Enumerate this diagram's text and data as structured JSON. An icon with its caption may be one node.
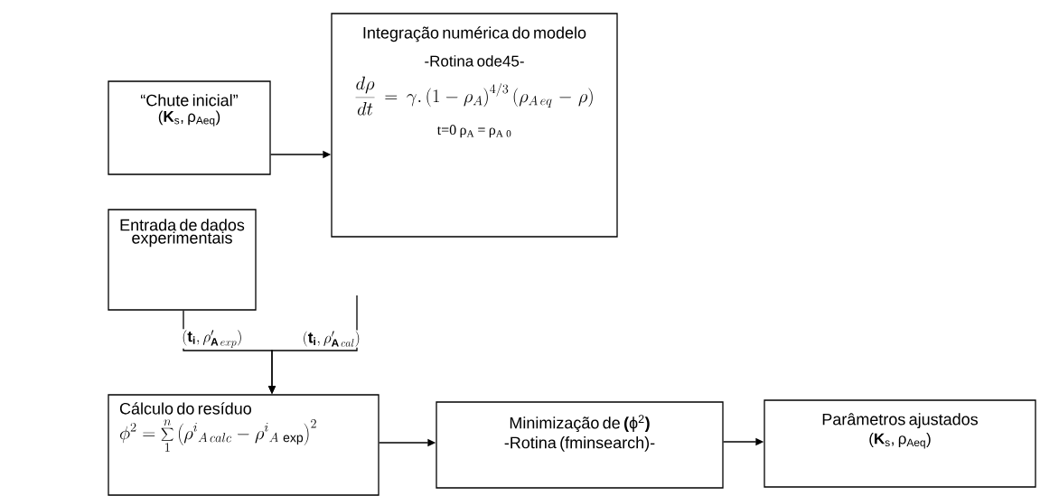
{
  "diagram": {
    "nodes": [
      {
        "text": [
          "“Chute inicial”",
          "(**K**$_{s}$, ρ$_{Aeq}$)"
        ]
      },
      {
        "text": [
          "Integração numérica do modelo",
          "-Rotina ode45-",
          "\\frac{d\\rho}{dt} = \\gamma.\\left(1-\\rho_{A}\\right)^{4/3}(\\rho_{A\\,eq}-\\rho)",
          "t=0  ρ$_{A}$ = ρ$_{A 0}$"
        ]
      },
      {
        "text": [
          "Entrada de dados experimentais"
        ]
      },
      {
        "text": [
          "Cálculo do resíduo",
          "\\phi^{2} = \\sum_{1}^{n}\\left(\\rho^{i}{}_{A\\,calc} - \\rho^{i}{}_{A\\,\\exp}\\right)^{2}"
        ]
      },
      {
        "text": [
          "Minimização de **(**ϕ$^{2}$**)**",
          "-Rotina (fminsearch)-"
        ]
      },
      {
        "text": [
          "Parâmetros ajustados",
          "(**K**$_{s}$, ρ$_{Aeq}$)"
        ]
      }
    ],
    "edges": [
      {
        "from": 0,
        "to": 1,
        "arrow": "to"
      },
      {
        "from": 2,
        "to": 3,
        "arrow": "to",
        "label": "(\\mathbf{t}_{\\mathbf{i}},\\rho'_{\\mathbf{A}\\,exp})"
      },
      {
        "from": null,
        "to": 3,
        "arrow": "to",
        "label": "(\\mathbf{t}_{\\mathbf{i}},\\rho'_{\\mathbf{A}\\,cal})"
      },
      {
        "from": 3,
        "to": 4,
        "arrow": "to"
      },
      {
        "from": 4,
        "to": 5,
        "arrow": "to"
      }
    ]
  }
}
